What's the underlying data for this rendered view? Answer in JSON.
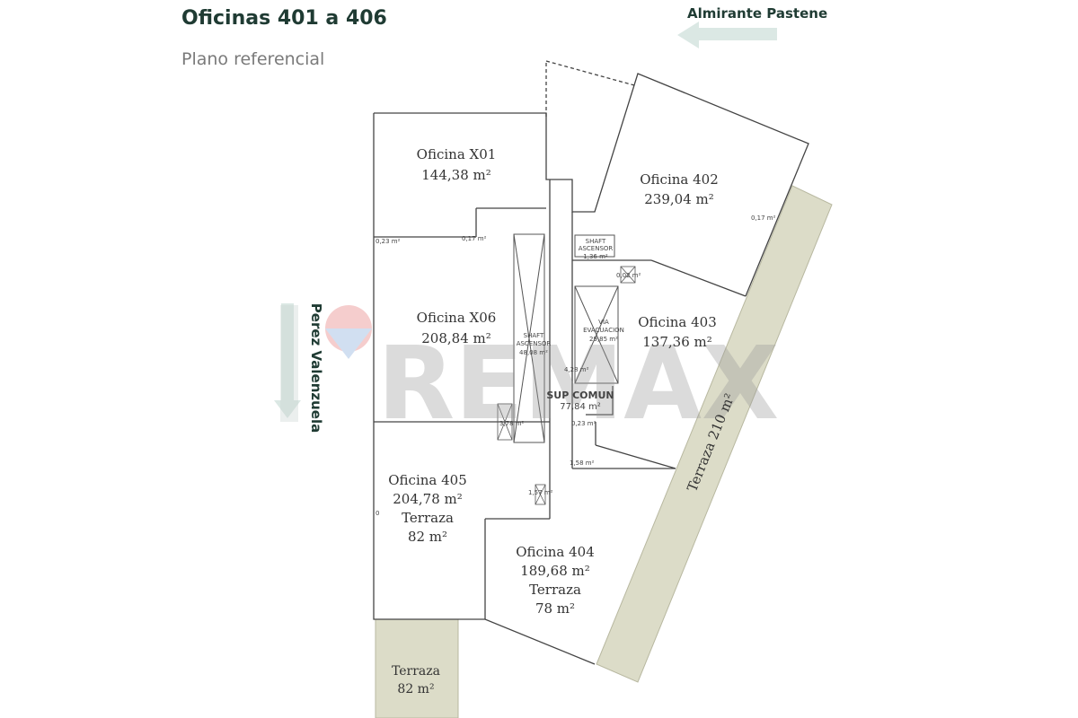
{
  "header": {
    "title": "Oficinas 401 a 406",
    "subtitle": "Plano referencial"
  },
  "streets": {
    "top": "Almirante Pastene",
    "left": "Perez Valenzuela"
  },
  "colors": {
    "title": "#1f3b33",
    "arrow": "#dbe8e4",
    "terrace": "#dcdcc8",
    "wall": "#444444",
    "watermark": "#d3d3d3"
  },
  "plan": {
    "office_x01": {
      "name": "Oficina X01",
      "area": "144,38 m²"
    },
    "office_402": {
      "name": "Oficina 402",
      "area": "239,04 m²"
    },
    "office_x06": {
      "name": "Oficina X06",
      "area": "208,84 m²"
    },
    "office_403": {
      "name": "Oficina 403",
      "area": "137,36 m²"
    },
    "office_405": {
      "name": "Oficina 405",
      "area": "204,78 m²",
      "terrace_label": "Terraza",
      "terrace_area": "82 m²"
    },
    "office_404": {
      "name": "Oficina 404",
      "area": "189,68 m²",
      "terrace_label": "Terraza",
      "terrace_area": "78 m²"
    },
    "terrace_bottom": {
      "label": "Terraza",
      "area": "82 m²"
    },
    "terrace_right": {
      "label": "Terraza 210 m²"
    },
    "common": {
      "label": "SUP COMUN",
      "area": "77,84 m²"
    },
    "shaft_main": {
      "line1": "SHAFT",
      "line2": "ASCENSOR",
      "area": "48,08 m²"
    },
    "shaft_small": {
      "line1": "SHAFT",
      "line2": "ASCENSOR",
      "area": "1,36 m²"
    },
    "evacuation": {
      "line1": "VIA",
      "line2": "EVACUACION",
      "area": "29,85 m²"
    },
    "small_areas": [
      "0,23 m²",
      "0,17 m²",
      "0,17 m²",
      "0,02 m²",
      "4,28 m²",
      "3,78 m²",
      "0,23 m²",
      "1,58 m²",
      "1,57 m²",
      "0"
    ]
  },
  "watermark": {
    "text": "REMAX",
    "brand": "RE/MAX"
  }
}
